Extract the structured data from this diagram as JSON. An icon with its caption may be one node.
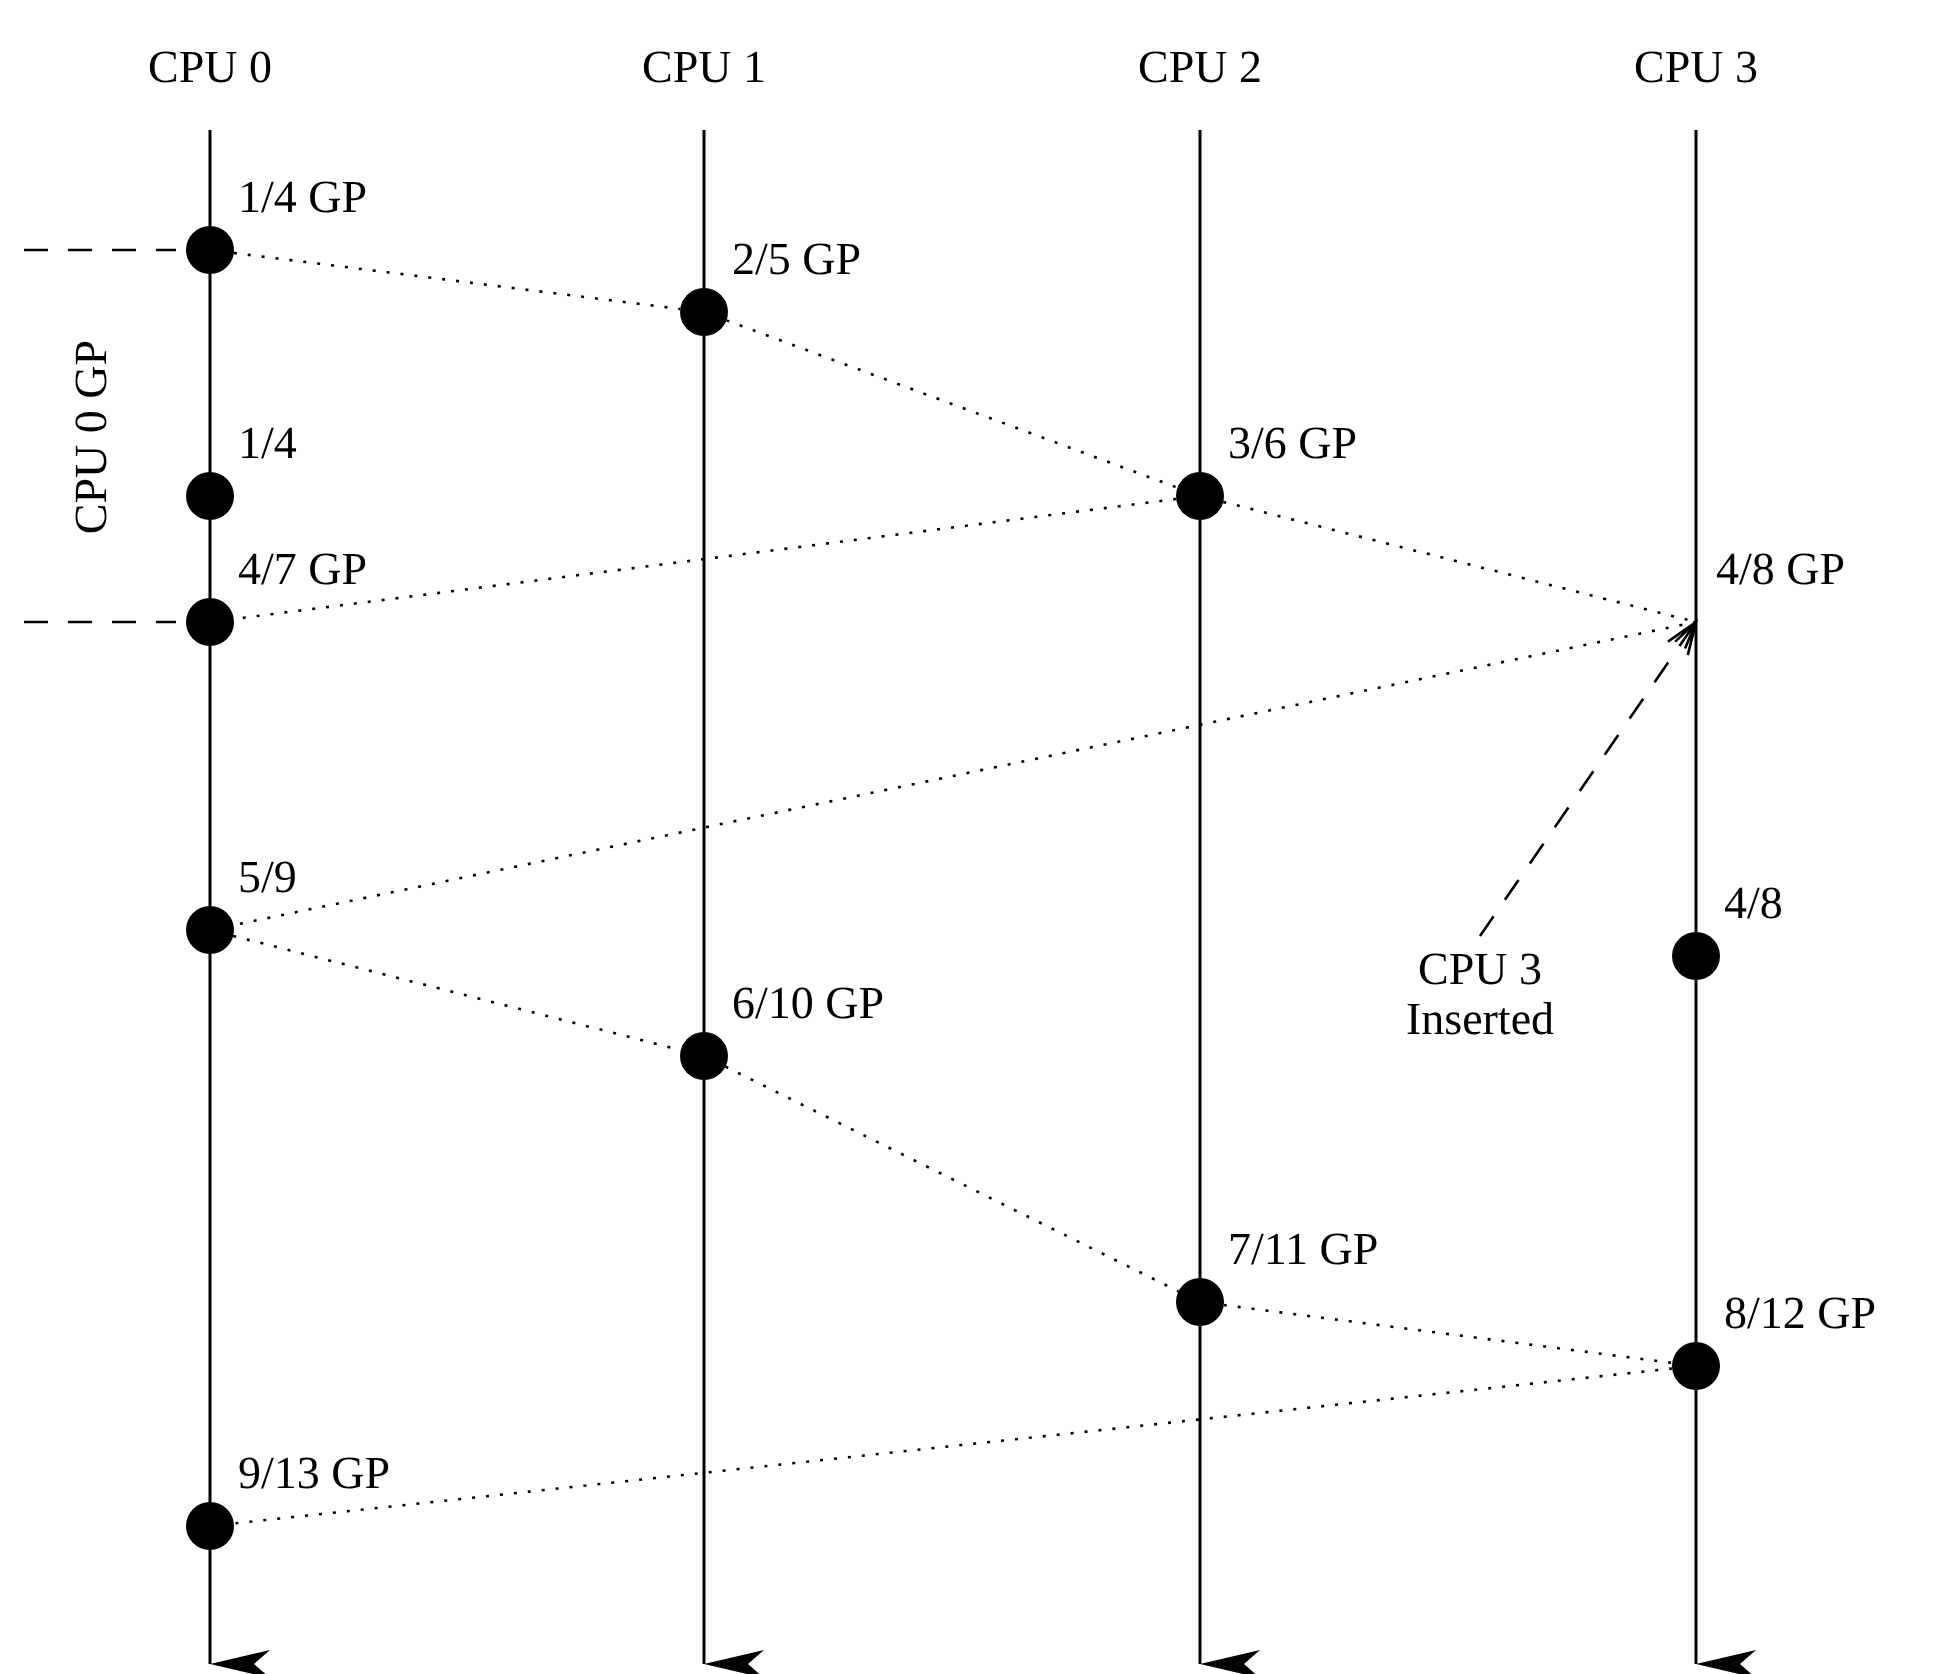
{
  "diagram": {
    "nodes": [
      {
        "text": [],
        "shape": "circle",
        "beside": [
          "1/4 GP"
        ]
      },
      {
        "text": [],
        "shape": "circle",
        "beside": [
          "2/5 GP"
        ]
      },
      {
        "text": [],
        "shape": "circle",
        "beside": [
          "1/4"
        ]
      },
      {
        "text": [],
        "shape": "circle",
        "beside": [
          "3/6 GP"
        ]
      },
      {
        "text": [],
        "shape": "circle",
        "beside": [
          "4/7 GP"
        ]
      },
      {
        "text": [
          "4/8 GP"
        ]
      },
      {
        "text": [],
        "shape": "circle",
        "beside": [
          "5/9"
        ]
      },
      {
        "text": [],
        "shape": "circle",
        "beside": [
          "4/8"
        ]
      },
      {
        "text": [
          "CPU 3 Inserted"
        ]
      },
      {
        "text": [],
        "shape": "circle",
        "beside": [
          "6/10 GP"
        ]
      },
      {
        "text": [],
        "shape": "circle",
        "beside": [
          "7/11 GP"
        ]
      },
      {
        "text": [],
        "shape": "circle",
        "beside": [
          "8/12 GP"
        ]
      },
      {
        "text": [],
        "shape": "circle",
        "beside": [
          "9/13 GP"
        ]
      }
    ],
    "edges": [
      {
        "from": 0,
        "to": 1,
        "arrow": "none"
      },
      {
        "from": 1,
        "to": 3,
        "arrow": "none"
      },
      {
        "from": 3,
        "to": 4,
        "arrow": "none"
      },
      {
        "from": 3,
        "to": 5,
        "arrow": "none"
      },
      {
        "from": 5,
        "to": 6,
        "arrow": "none"
      },
      {
        "from": 6,
        "to": 9,
        "arrow": "none"
      },
      {
        "from": 9,
        "to": 10,
        "arrow": "none"
      },
      {
        "from": 10,
        "to": 11,
        "arrow": "none"
      },
      {
        "from": 11,
        "to": 12,
        "arrow": "none"
      },
      {
        "from": 8,
        "to": 5,
        "arrow": "to",
        "style": "dashed"
      }
    ],
    "labels": [
      "CPU 0",
      "CPU 1",
      "CPU 2",
      "CPU 3",
      "CPU 0 GP"
    ]
  }
}
